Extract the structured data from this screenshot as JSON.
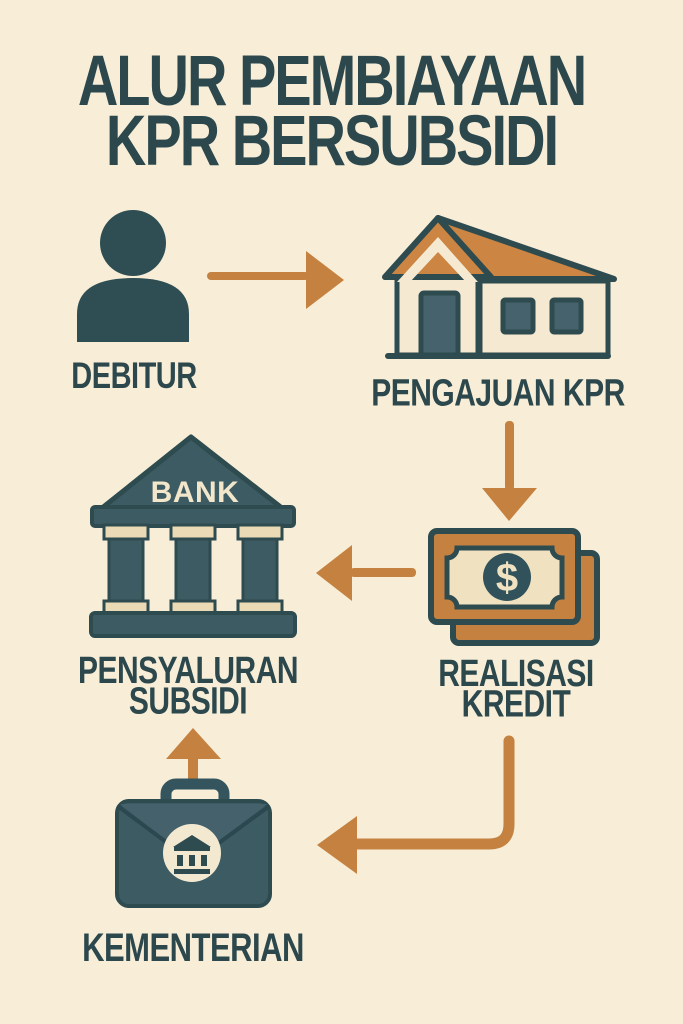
{
  "title": {
    "line1": "ALUR PEMBIAYAAN",
    "line2": "KPR BERSUBSIDI"
  },
  "nodes": {
    "debitur": {
      "label": "DEBITUR"
    },
    "pengajuan_kpr": {
      "label": "PENGAJUAN KPR"
    },
    "realisasi_kredit": {
      "label_line1": "REALISASI",
      "label_line2": "KREDIT",
      "currency_symbol": "$"
    },
    "pensyaluran_subsidi": {
      "label_line1": "PENSYALURAN",
      "label_line2": "SUBSIDI",
      "building_text": "BANK"
    },
    "kementerian": {
      "label": "KEMENTERIAN"
    }
  },
  "edges": [
    {
      "from": "DEBITUR",
      "to": "PENGAJUAN KPR",
      "direction": "right"
    },
    {
      "from": "PENGAJUAN KPR",
      "to": "REALISASI KREDIT",
      "direction": "down"
    },
    {
      "from": "REALISASI KREDIT",
      "to": "PENSYALURAN SUBSIDI",
      "direction": "left"
    },
    {
      "from": "REALISASI KREDIT",
      "to": "KEMENTERIAN",
      "direction": "down-left"
    },
    {
      "from": "KEMENTERIAN",
      "to": "PENSYALURAN SUBSIDI",
      "direction": "up"
    }
  ],
  "colors": {
    "background": "#f8eed8",
    "dark_teal": "#2e4b50",
    "mid_teal": "#3d5b63",
    "orange": "#c5813f",
    "roof_orange": "#cc8542",
    "cream": "#f0e2c1"
  }
}
